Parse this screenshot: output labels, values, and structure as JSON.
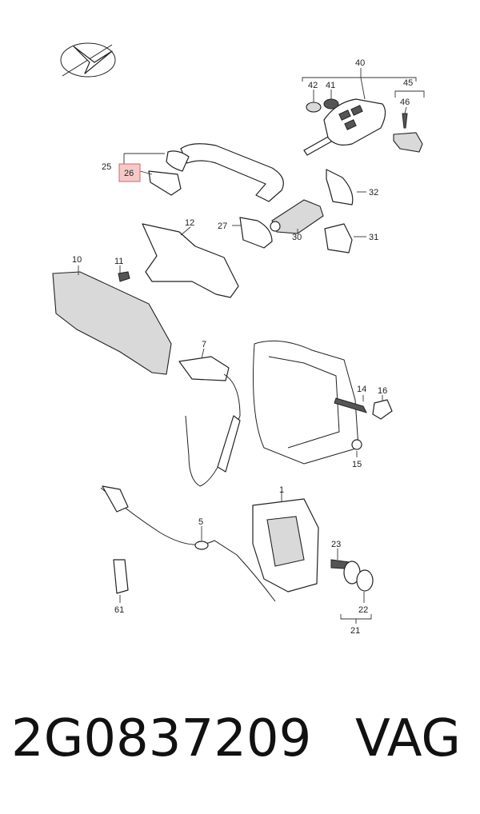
{
  "diagram": {
    "callouts": [
      {
        "id": "c40",
        "text": "40"
      },
      {
        "id": "c42",
        "text": "42"
      },
      {
        "id": "c41",
        "text": "41"
      },
      {
        "id": "c45",
        "text": "45"
      },
      {
        "id": "c46",
        "text": "46"
      },
      {
        "id": "c25",
        "text": "25"
      },
      {
        "id": "c26",
        "text": "26",
        "highlighted": true
      },
      {
        "id": "c32",
        "text": "32"
      },
      {
        "id": "c12",
        "text": "12"
      },
      {
        "id": "c27",
        "text": "27"
      },
      {
        "id": "c30",
        "text": "30"
      },
      {
        "id": "c31",
        "text": "31"
      },
      {
        "id": "c10",
        "text": "10"
      },
      {
        "id": "c11",
        "text": "11"
      },
      {
        "id": "c7",
        "text": "7"
      },
      {
        "id": "c14",
        "text": "14"
      },
      {
        "id": "c16",
        "text": "16"
      },
      {
        "id": "c15",
        "text": "15"
      },
      {
        "id": "c1",
        "text": "1"
      },
      {
        "id": "c5",
        "text": "5"
      },
      {
        "id": "c23",
        "text": "23"
      },
      {
        "id": "c22",
        "text": "22"
      },
      {
        "id": "c21",
        "text": "21"
      },
      {
        "id": "c61",
        "text": "61"
      }
    ],
    "highlight_color": "#e06060"
  },
  "caption": {
    "part_number": "2G0837209",
    "brand": "VAG"
  }
}
